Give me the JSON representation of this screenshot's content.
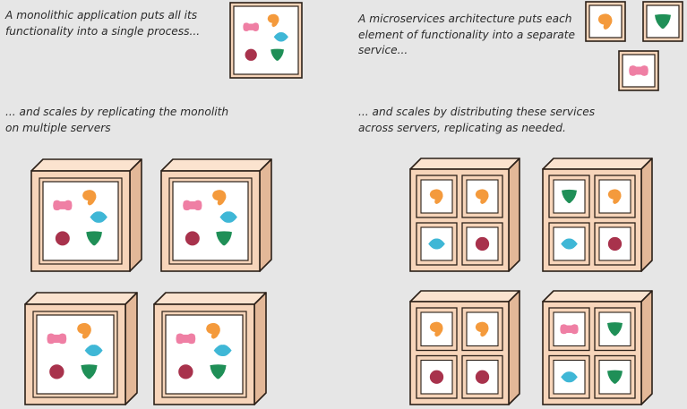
{
  "captions": {
    "monolith_intro": "A monolithic application puts all its functionality into a single process...",
    "monolith_scale": "... and scales by replicating the monolith on multiple servers",
    "micro_intro": "A microservices architecture puts each element of functionality into a separate service...",
    "micro_scale": "... and scales by distributing these services across servers, replicating as needed."
  },
  "colors": {
    "background": "#e6e6e6",
    "server_face": "#f7d5ba",
    "server_side": "#e3b898",
    "server_top": "#fbe3cf",
    "outline": "#2b2018",
    "panel_bg": "#ffffff",
    "pink": "#ef7fa4",
    "orange": "#f49a3c",
    "cyan": "#3fb7d6",
    "maroon": "#a8324c",
    "green": "#1f8f57"
  },
  "icons": [
    "pink-bone-shape-icon",
    "orange-blob-shape-icon",
    "cyan-diamond-shape-icon",
    "maroon-circle-shape-icon",
    "green-triangle-shape-icon"
  ],
  "monolith_servers": 4,
  "microservice_servers": [
    [
      "orange",
      "orange",
      "cyan",
      "maroon"
    ],
    [
      "green",
      "orange",
      "cyan",
      "maroon"
    ],
    [
      "orange",
      "orange",
      "maroon",
      "maroon"
    ],
    [
      "pink",
      "green",
      "cyan",
      "green"
    ]
  ]
}
